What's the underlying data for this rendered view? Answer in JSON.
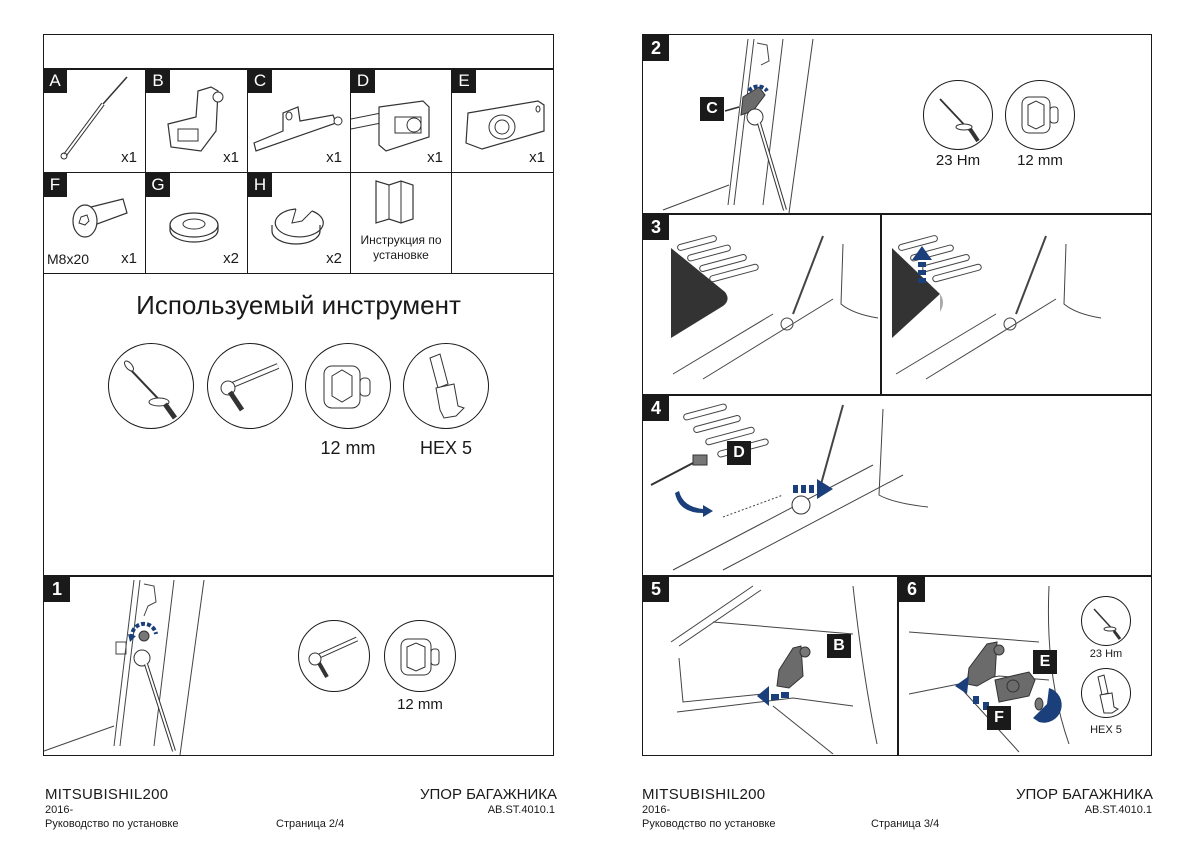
{
  "left_page": {
    "parts": [
      {
        "letter": "A",
        "name": "gas strut",
        "qty": "x1"
      },
      {
        "letter": "B",
        "name": "bracket",
        "qty": "x1"
      },
      {
        "letter": "C",
        "name": "bracket",
        "qty": "x1"
      },
      {
        "letter": "D",
        "name": "clip",
        "qty": "x1"
      },
      {
        "letter": "E",
        "name": "plate",
        "qty": "x1"
      },
      {
        "letter": "F",
        "name": "bolt",
        "spec": "M8x20",
        "qty": "x1"
      },
      {
        "letter": "G",
        "name": "washer",
        "qty": "x2"
      },
      {
        "letter": "H",
        "name": "split washer",
        "qty": "x2"
      },
      {
        "letter": "",
        "name": "manual",
        "label": "Инструкция по установке"
      }
    ],
    "tools_heading": "Используемый инструмент",
    "tools": [
      {
        "icon": "torque-wrench-icon",
        "label": ""
      },
      {
        "icon": "ratchet-icon",
        "label": ""
      },
      {
        "icon": "socket-icon",
        "label": "12 mm"
      },
      {
        "icon": "hex-bit-icon",
        "label": "HEX 5"
      }
    ],
    "step1": {
      "number": "1",
      "tool_label": "12 mm"
    },
    "footer": {
      "model": "MITSUBISHIL200",
      "year": "2016-",
      "doc_type": "Руководство по установке",
      "page": "Страница 2/4",
      "title": "УПОР БАГАЖНИКА",
      "code": "AB.ST.4010.1"
    }
  },
  "right_page": {
    "step2": {
      "number": "2",
      "callout": "C",
      "torque_label": "23 Hm",
      "socket_label": "12 mm"
    },
    "step3": {
      "number": "3"
    },
    "step4": {
      "number": "4",
      "callout": "D"
    },
    "step5": {
      "number": "5",
      "callout": "B"
    },
    "step6": {
      "number": "6",
      "callout_e": "E",
      "callout_f": "F",
      "torque_label": "23 Hm",
      "hex_label": "HEX 5"
    },
    "footer": {
      "model": "MITSUBISHIL200",
      "year": "2016-",
      "doc_type": "Руководство по установке",
      "page": "Страница 3/4",
      "title": "УПОР БАГАЖНИКА",
      "code": "AB.ST.4010.1"
    }
  },
  "colors": {
    "arrow": "#1b3f7a",
    "ink": "#1a1a1a",
    "part_fill": "#6b6b6b"
  }
}
